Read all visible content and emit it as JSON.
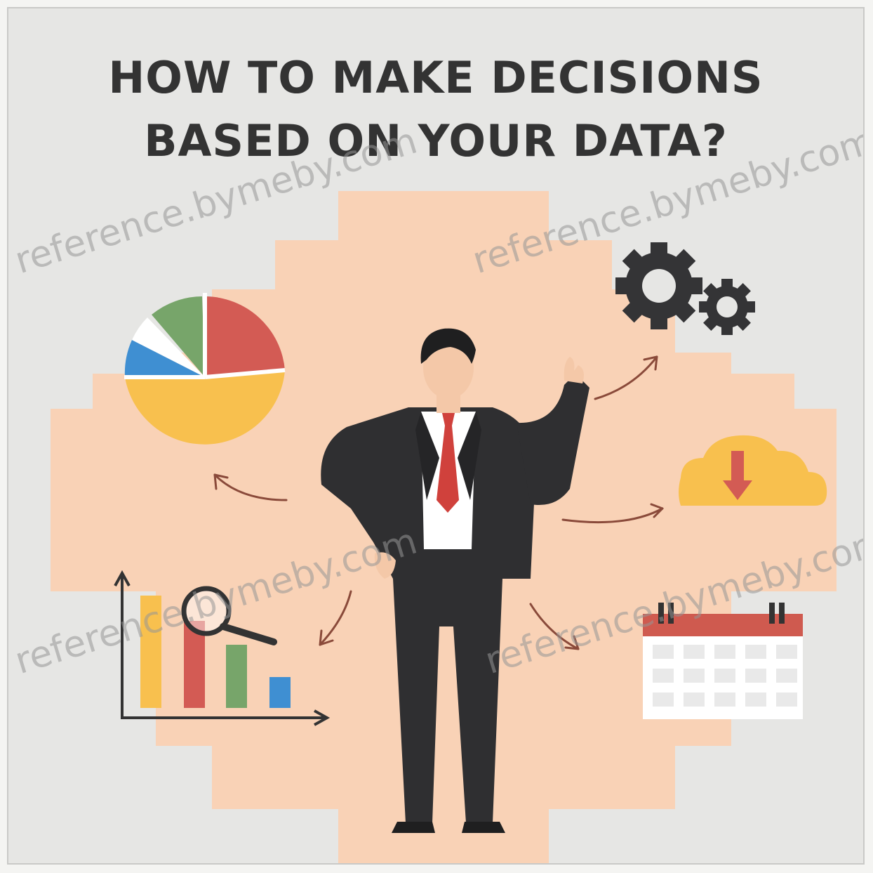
{
  "title": {
    "line1": "HOW TO MAKE DECISIONS",
    "line2": "BASED ON YOUR DATA?"
  },
  "watermark": {
    "text": "reference.bymeby.com"
  },
  "colors": {
    "background": "#e6e6e4",
    "accent_peach": "#f9d2b6",
    "pie_red": "#d35b54",
    "pie_green": "#77a56a",
    "pie_blue": "#3f8fd2",
    "pie_yellow": "#f8c04e",
    "suit": "#2f2f31",
    "tie": "#d0413c",
    "gear": "#343436",
    "cloud": "#f8c04e",
    "calendar_header": "#cf5a4f",
    "arrow": "#8a4a3a"
  },
  "icons": [
    "pie-chart-icon",
    "gears-icon",
    "cloud-download-icon",
    "bar-chart-magnifier-icon",
    "calendar-icon",
    "businessman-figure"
  ]
}
